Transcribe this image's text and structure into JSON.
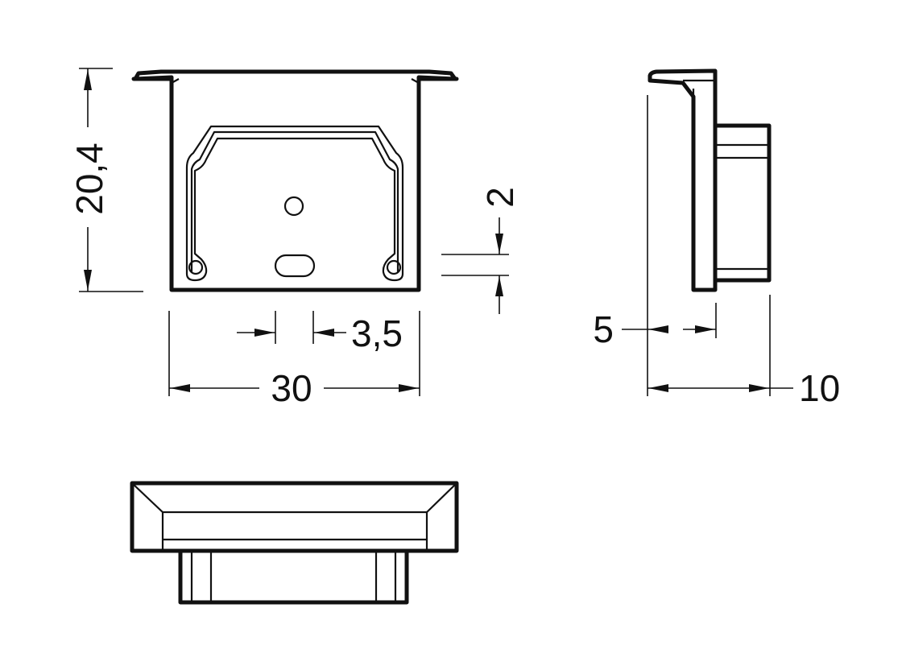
{
  "dimensions": {
    "height": "20,4",
    "width": "30",
    "slot_offset": "3,5",
    "slot_gap": "2",
    "side_flange": "5",
    "side_depth": "10"
  }
}
